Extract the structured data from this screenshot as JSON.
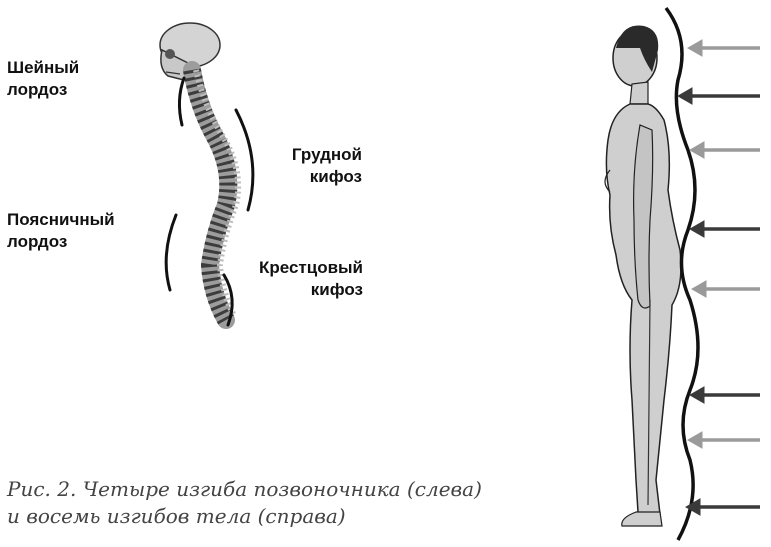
{
  "labels": {
    "cervical": "Шейный\nлордоз",
    "thoracic": "Грудной\nкифоз",
    "lumbar": "Поясничный\nлордоз",
    "sacral": "Крестцовый\nкифоз"
  },
  "caption": {
    "line1": "Рис. 2. Четыре изгиба позвоночника (слева)",
    "line2": "и восемь изгибов тела (справа)"
  },
  "colors": {
    "bone": "#d8d8d8",
    "skin": "#cfcfcf",
    "outline": "#1a1a1a",
    "arrow_dark": "#3a3a3a",
    "arrow_light": "#9a9a9a"
  }
}
